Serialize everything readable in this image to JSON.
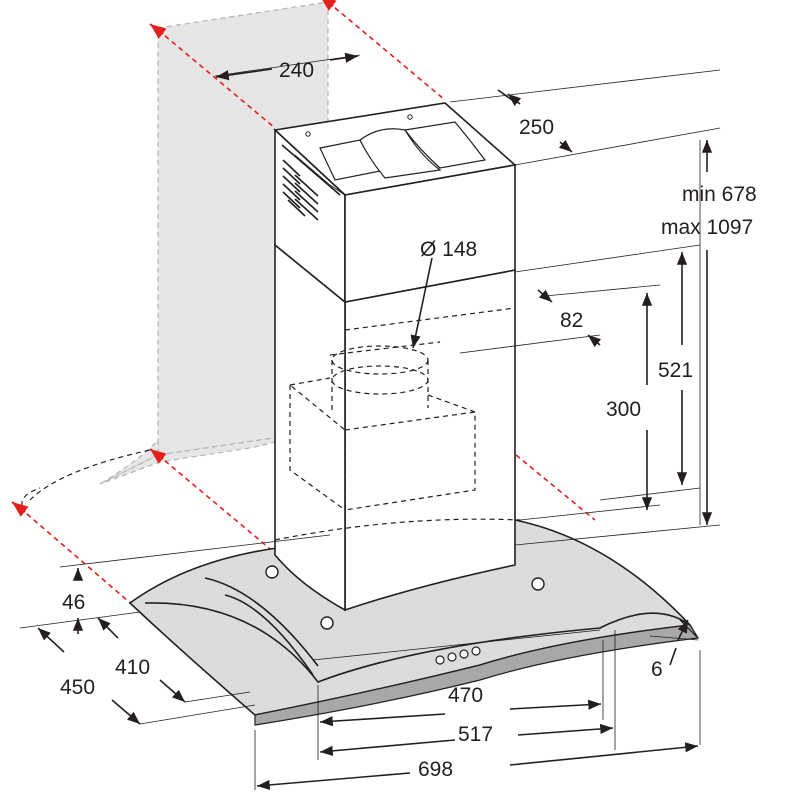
{
  "dimensions": {
    "top_width": "240",
    "top_depth": "250",
    "height_min": "min 678",
    "height_max": "max 1097",
    "outlet_diameter": "Ø 148",
    "outlet_offset": "82",
    "lower_chimney_height": "521",
    "recirculation_height": "300",
    "glass_thickness": "46",
    "depth_450": "450",
    "depth_410": "410",
    "edge_6": "6",
    "width_470": "470",
    "width_517": "517",
    "width_698": "698"
  },
  "colors": {
    "line": "#231f20",
    "wall_marker": "#e3201b",
    "wall_fill": "#e6e6e6"
  }
}
